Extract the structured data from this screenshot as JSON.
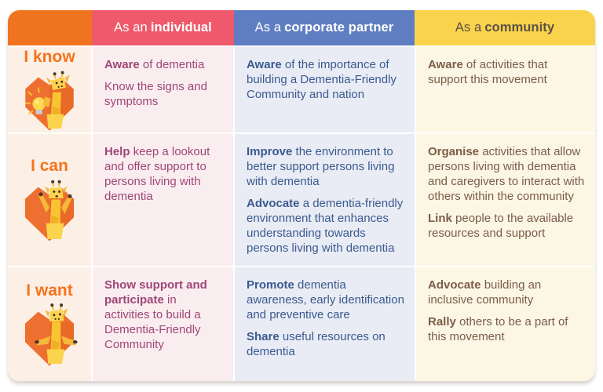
{
  "header": {
    "individual": {
      "pre": "As an",
      "bold": "individual"
    },
    "corporate": {
      "pre": "As a",
      "bold": "corporate partner"
    },
    "community": {
      "pre": "As a",
      "bold": "community"
    }
  },
  "rows": [
    {
      "label": "I know",
      "icon": "giraffe-idea-shield-icon",
      "individual": [
        {
          "bold": "Aware",
          "rest": " of dementia"
        },
        {
          "bold": "",
          "rest": "Know the signs and symptoms"
        }
      ],
      "corporate": [
        {
          "bold": "Aware",
          "rest": " of the importance of building a Dementia-Friendly Community and nation"
        }
      ],
      "community": [
        {
          "bold": "Aware",
          "rest": " of activities that support this movement"
        }
      ]
    },
    {
      "label": "I can",
      "icon": "giraffe-arms-up-shield-icon",
      "individual": [
        {
          "bold": "Help",
          "rest": " keep a lookout and offer support to persons living with dementia"
        }
      ],
      "corporate": [
        {
          "bold": "Improve",
          "rest": " the environment to better support persons living with dementia"
        },
        {
          "bold": "Advocate",
          "rest": " a dementia-friendly environment that enhances understanding towards persons living with dementia"
        }
      ],
      "community": [
        {
          "bold": "Organise",
          "rest": " activities that allow persons living with dementia and caregivers to interact with others within the community"
        },
        {
          "bold": "Link",
          "rest": " people to the available resources and support"
        }
      ]
    },
    {
      "label": "I want",
      "icon": "giraffe-open-arms-shield-icon",
      "individual": [
        {
          "bold": "Show support and participate",
          "rest": " in activities to build a Dementia-Friendly Community"
        }
      ],
      "corporate": [
        {
          "bold": "Promote",
          "rest": " dementia awareness, early identification and preventive care"
        },
        {
          "bold": "Share",
          "rest": " useful resources on dementia"
        }
      ],
      "community": [
        {
          "bold": "Advocate",
          "rest": " building an inclusive community"
        },
        {
          "bold": "Rally",
          "rest": " others to be a part of this movement"
        }
      ]
    }
  ],
  "colors": {
    "header_orange": "#F0731F",
    "header_pink": "#EE5A6B",
    "header_blue": "#5F7EC1",
    "header_yellow": "#F9D34B",
    "header_yellow_text": "#5C5145",
    "bg_label": "#FCF0E6",
    "bg_individual": "#FAEDEF",
    "bg_corporate": "#E9ECF4",
    "bg_community": "#FBF7E4",
    "text_individual": "#9D4677",
    "text_corporate": "#3A5A90",
    "text_community": "#7D5C49",
    "row_label_orange": "#F5731D",
    "shield_orange": "#EE7030",
    "giraffe_yellow": "#F9C431"
  }
}
